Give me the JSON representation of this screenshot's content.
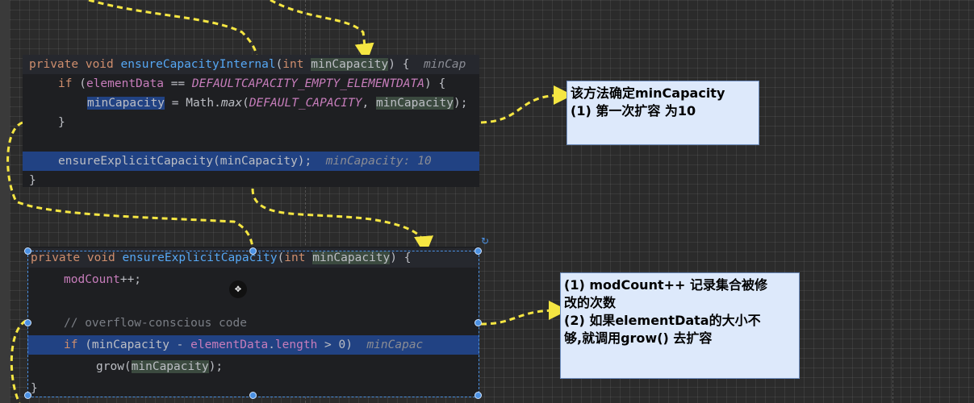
{
  "colors": {
    "arrow": "#f5e642",
    "note_bg": "#dde9fb",
    "selection": "#4a90e2",
    "code_bg": "#1e1f22",
    "line_highlight": "#214283"
  },
  "code_block_1": {
    "line1": {
      "kw1": "private",
      "kw2": "void",
      "method": "ensureCapacityInternal",
      "open": "(",
      "type": "int",
      "param": "minCapacity",
      "close": ") {",
      "hint": "minCap"
    },
    "line2": {
      "kw": "if",
      "open": " (",
      "field": "elementData",
      "op": " == ",
      "const": "DEFAULTCAPACITY_EMPTY_ELEMENTDATA",
      "close": ") {"
    },
    "line3": {
      "var": "minCapacity",
      "assign": " = Math.",
      "static": "max",
      "open": "(",
      "const": "DEFAULT_CAPACITY",
      "sep": ", ",
      "arg": "minCapacity",
      "close": ");"
    },
    "line4": "}",
    "line6": {
      "call": "ensureExplicitCapacity(minCapacity);",
      "hint": "minCapacity: 10"
    },
    "line7": "}"
  },
  "code_block_2": {
    "line1": {
      "kw1": "private",
      "kw2": "void",
      "method": "ensureExplicitCapacity",
      "open": "(",
      "type": "int",
      "param": "minCapacity",
      "close": ") {"
    },
    "line2": {
      "field": "modCount",
      "rest": "++;"
    },
    "line4": "// overflow-conscious code",
    "line5": {
      "kw": "if",
      "open": " (minCapacity - ",
      "field": "elementData",
      "dot": ".",
      "field2": "length",
      "rest": " > 0)",
      "hint": "minCapac"
    },
    "line6": {
      "call": "grow(",
      "arg": "minCapacity",
      "close": ");"
    },
    "line7": "}"
  },
  "note_1": {
    "line1": "该方法确定minCapacity",
    "line2": "(1) 第一次扩容 为10"
  },
  "note_2": {
    "line1": "(1)  modCount++ 记录集合被修",
    "line2": "改的次数",
    "line3": "(2) 如果elementData的大小不",
    "line4": "够,就调用grow() 去扩容"
  },
  "icons": {
    "move": "move-icon",
    "rotate": "rotate-icon",
    "arrowhead": "arrowhead-icon"
  }
}
